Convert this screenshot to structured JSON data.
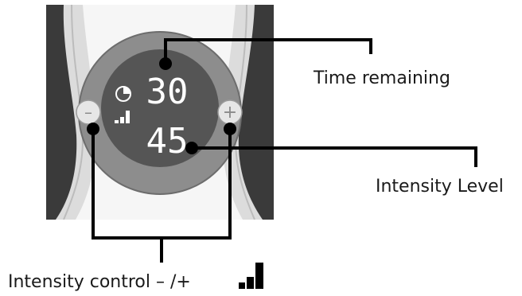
{
  "display": {
    "time_value": "30",
    "intensity_value": "45"
  },
  "labels": {
    "time_remaining": "Time remaining",
    "intensity_level": "Intensity Level",
    "intensity_control": "Intensity control – /+"
  },
  "buttons": {
    "minus": "–",
    "plus": "+"
  },
  "colors": {
    "dark_panel": "#3c3c3c",
    "grey_ring": "#8d8d8d",
    "display_bg": "#555555",
    "button_light": "#e6e6e6",
    "callout_line": "#000000"
  },
  "icons": [
    "timer-icon",
    "intensity-bars-icon"
  ]
}
